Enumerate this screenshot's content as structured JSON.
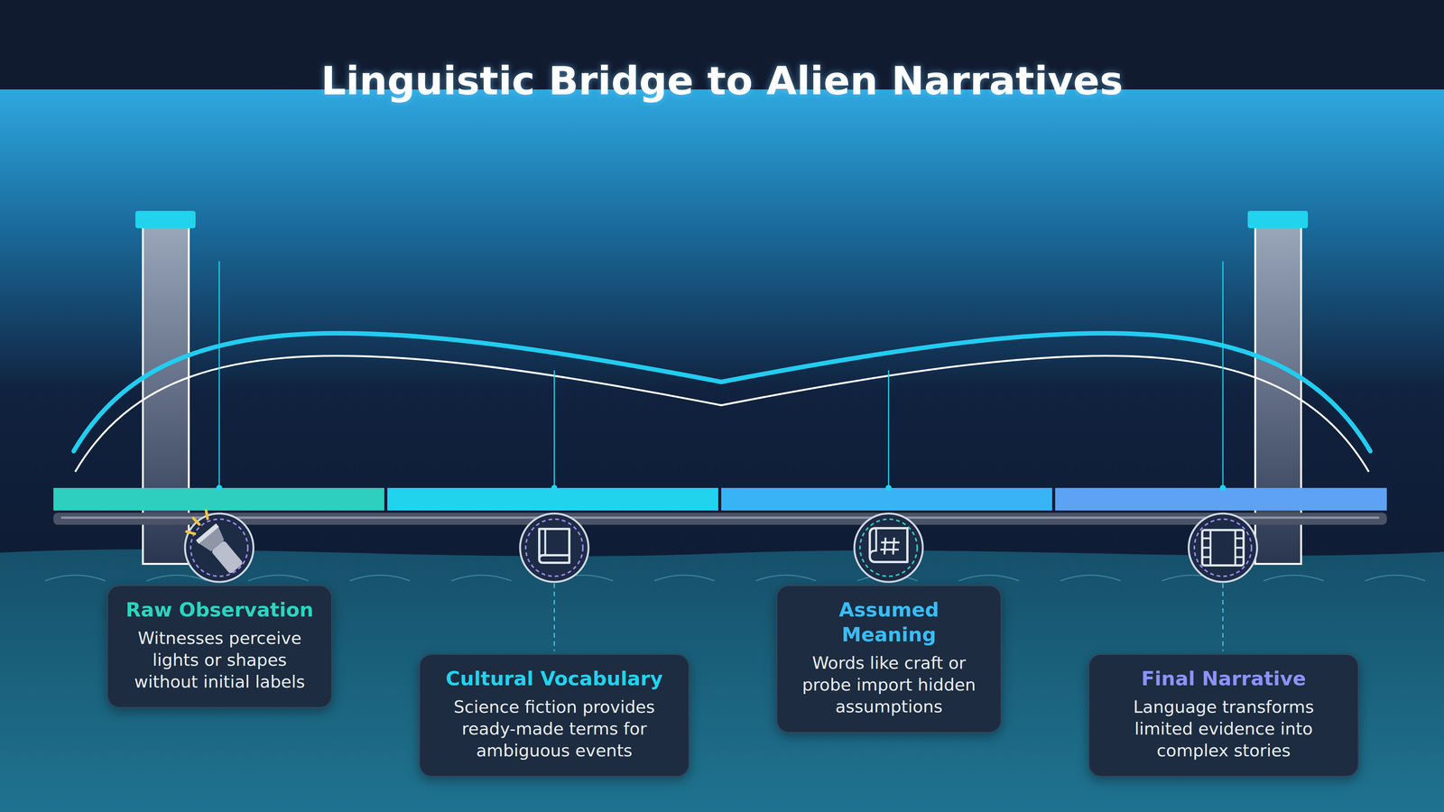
{
  "diagram": {
    "title": "Linguistic Bridge to Alien Narratives",
    "nodes": [
      {
        "text": [
          "Raw Observation",
          "Witnesses perceive lights or shapes without initial labels"
        ]
      },
      {
        "text": [
          "Cultural Vocabulary",
          "Science fiction provides ready-made terms for ambiguous events"
        ]
      },
      {
        "text": [
          "Assumed Meaning",
          "Words like craft or probe import hidden assumptions"
        ]
      },
      {
        "text": [
          "Final Narrative",
          "Language transforms limited evidence into complex stories"
        ]
      }
    ]
  }
}
